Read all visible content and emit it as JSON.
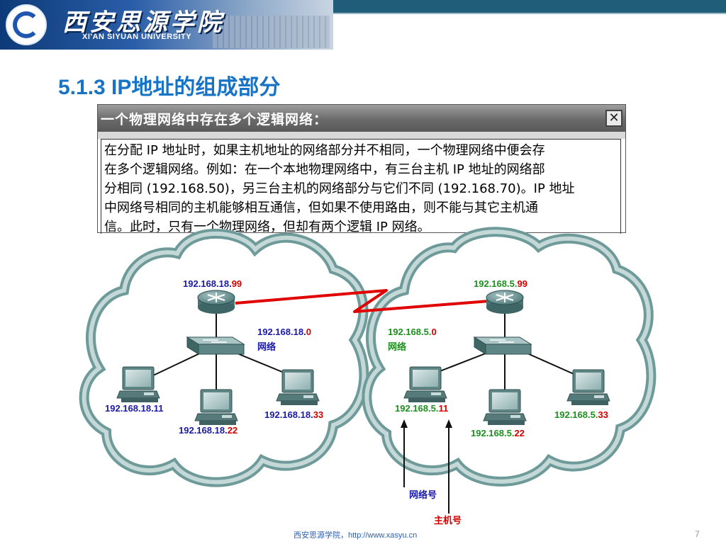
{
  "header": {
    "university_cn": "西安思源学院",
    "university_en": "XI'AN SIYUAN UNIVERSITY"
  },
  "slide": {
    "title": "5.1.3 IP地址的组成部分",
    "page_number": "7",
    "footer": "西安思源学院，http://www.xasyu.cn"
  },
  "dialog": {
    "title": "一个物理网络中存在多个逻辑网络：",
    "close_label": "✕",
    "body_lines": [
      "在分配 IP 地址时，如果主机地址的网络部分并不相同，一个物理网络中便会存",
      "在多个逻辑网络。例如：在一个本地物理网络中，有三台主机 IP 地址的网络部",
      "分相同 (192.168.50)，另三台主机的网络部分与它们不同 (192.168.70)。IP 地址",
      "中网络号相同的主机能够相互通信，但如果不使用路由，则不能与其它主机通",
      "信。此时，只有一个物理网络，但却有两个逻辑 IP 网络。"
    ]
  },
  "diagram": {
    "colors": {
      "left_network": "#1a1aa6",
      "right_network": "#1e8f1e",
      "host_part": "#d40000",
      "cloud": "#bfd3d3",
      "cloud_edge": "#6e9a9a",
      "wan_link": "#e00000"
    },
    "left": {
      "router": {
        "net": "192.168.18.",
        "host": "99"
      },
      "network": {
        "net": "192.168.18.",
        "host": "0",
        "label": "网络"
      },
      "hosts": [
        {
          "net": "192.168.18.11",
          "host": ""
        },
        {
          "net": "192.168.18.",
          "host": "22"
        },
        {
          "net": "192.168.18.",
          "host": "33"
        }
      ]
    },
    "right": {
      "router": {
        "net": "192.168.5.",
        "host": "99"
      },
      "network": {
        "net": "192.168.5.",
        "host": "0",
        "label": "网络"
      },
      "hosts": [
        {
          "net": "192.168.5.",
          "host": "11"
        },
        {
          "net": "192.168.5.",
          "host": "22"
        },
        {
          "net": "192.168.5.",
          "host": "33"
        }
      ]
    },
    "callouts": {
      "network_id": "网络号",
      "host_id": "主机号"
    }
  }
}
